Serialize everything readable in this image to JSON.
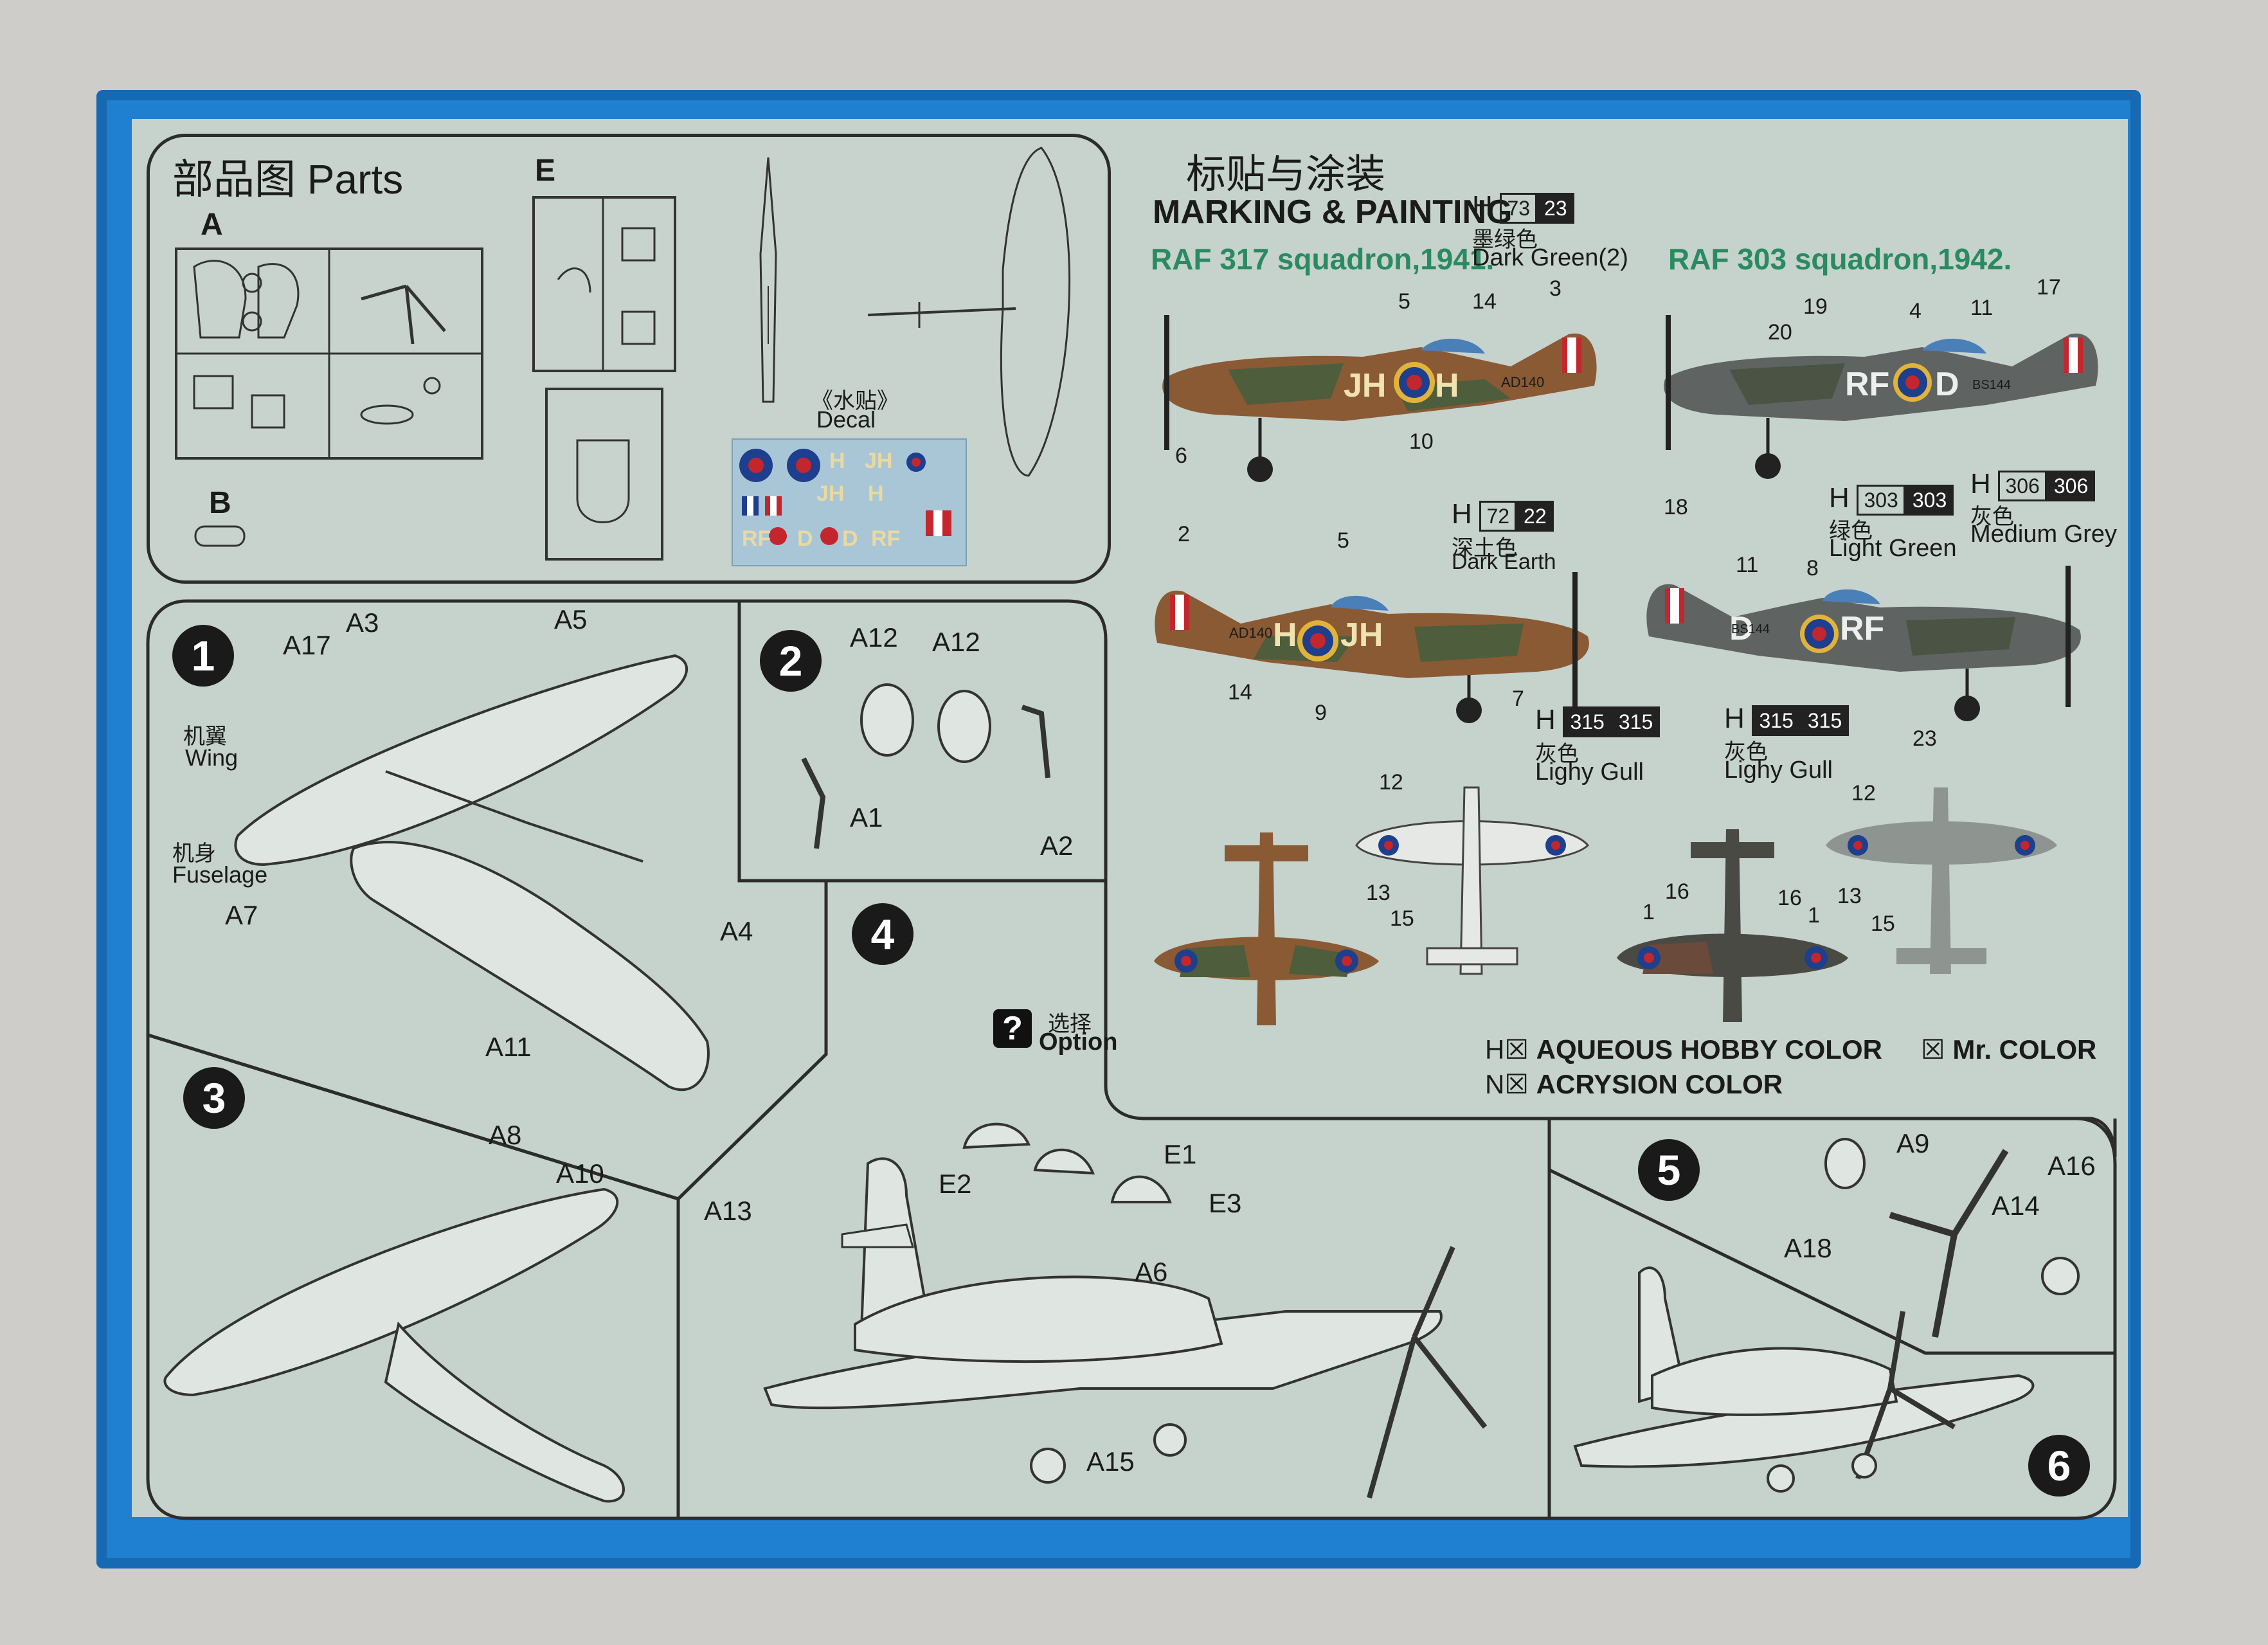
{
  "parts": {
    "title": "部品图 Parts",
    "sprue_a": "A",
    "sprue_b": "B",
    "sprue_e": "E",
    "decal_cn": "《水贴》",
    "decal_en": "Decal",
    "decal_codes": [
      "H",
      "JH",
      "JH",
      "H",
      "RF",
      "D",
      "D",
      "RF"
    ]
  },
  "marking": {
    "title_cn": "标贴与涂装",
    "title_en": "MARKING & PAINTING",
    "scheme1": "RAF 317 squadron,1941.",
    "scheme2": "RAF 303 squadron,1942.",
    "code1": "JH",
    "code1b": "H",
    "code2": "RF",
    "code2b": "D",
    "serial1": "AD140",
    "serial2": "BS144",
    "colors": [
      {
        "h": "73",
        "m": "23",
        "cn": "墨绿色",
        "en": "Dark Green(2)"
      },
      {
        "h": "72",
        "m": "22",
        "cn": "深土色",
        "en": "Dark Earth"
      },
      {
        "h": "315",
        "m": "315",
        "cn": "灰色",
        "en": "Lighy Gull"
      },
      {
        "h": "315",
        "m": "315",
        "cn": "灰色",
        "en": "Lighy Gull"
      },
      {
        "h": "303",
        "m": "303",
        "cn": "绿色",
        "en": "Light Green"
      },
      {
        "h": "306",
        "m": "306",
        "cn": "灰色",
        "en": "Medium Grey"
      }
    ],
    "h_prefix": "H",
    "callouts": {
      "p1": [
        "5",
        "14",
        "3",
        "6",
        "10"
      ],
      "p2": [
        "19",
        "4",
        "11",
        "17",
        "20"
      ],
      "p3": [
        "2",
        "5",
        "14",
        "9",
        "7"
      ],
      "p4": [
        "18",
        "11",
        "8",
        "23"
      ],
      "top1": [
        "12",
        "13",
        "15"
      ],
      "top2": [
        "1",
        "16",
        "16",
        "1",
        "12",
        "13",
        "15"
      ]
    },
    "legend": {
      "aqueous": "AQUEOUS HOBBY COLOR",
      "acrysion": "ACRYSION COLOR",
      "mr": "Mr. COLOR",
      "h": "H",
      "n": "N"
    }
  },
  "steps": {
    "s1": {
      "num": "1",
      "wing_cn": "机翼",
      "wing_en": "Wing",
      "fus_cn": "机身",
      "fus_en": "Fuselage",
      "parts": [
        "A3",
        "A5",
        "A17",
        "A7",
        "A4",
        "A11"
      ]
    },
    "s2": {
      "num": "2",
      "parts": [
        "A12",
        "A12",
        "A1",
        "A2"
      ]
    },
    "s3": {
      "num": "3",
      "parts": [
        "A8",
        "A10"
      ]
    },
    "s4": {
      "num": "4",
      "option_cn": "选择",
      "option_en": "Option",
      "option_mark": "?",
      "parts": [
        "E1",
        "E2",
        "E3",
        "A13",
        "A6",
        "A15"
      ]
    },
    "s5": {
      "num": "5",
      "parts": [
        "A9",
        "A16",
        "A14",
        "A18"
      ]
    },
    "s6": {
      "num": "6"
    }
  }
}
